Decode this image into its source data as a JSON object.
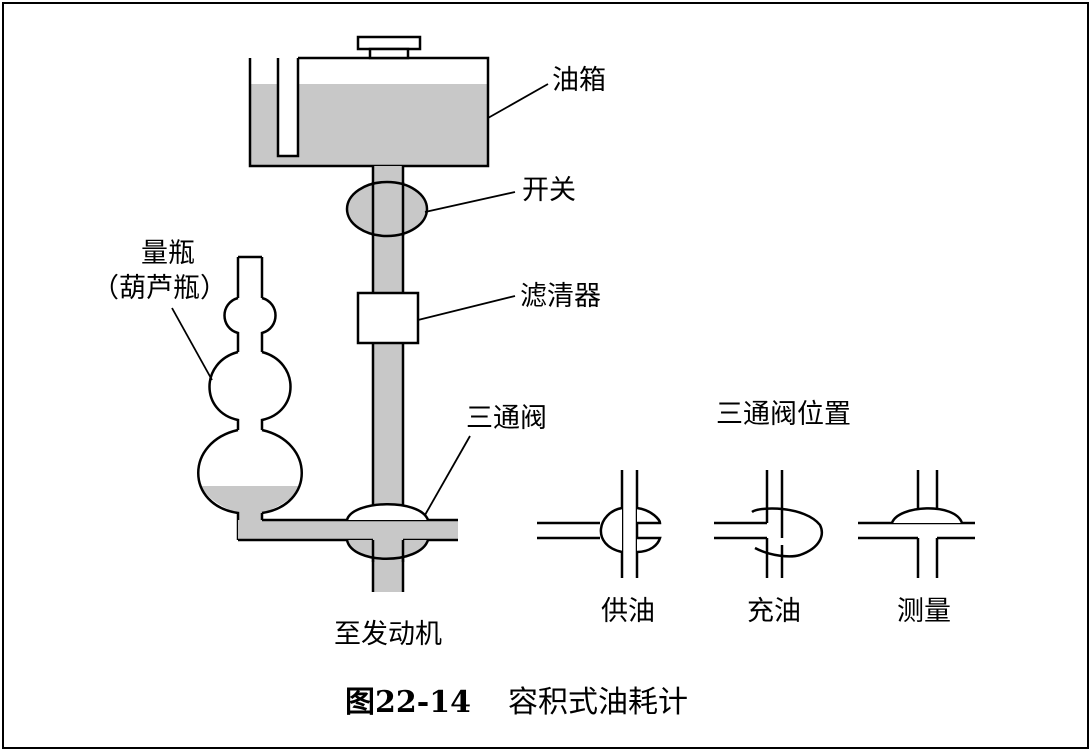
{
  "labels": {
    "tank": "油箱",
    "switch": "开关",
    "filter": "滤清器",
    "bottle_line1": "量瓶",
    "bottle_line2": "（葫芦瓶）",
    "three_way_valve": "三通阀",
    "to_engine": "至发动机",
    "valve_positions_title": "三通阀位置",
    "position_supply": "供油",
    "position_fill": "充油",
    "position_measure": "测量"
  },
  "caption": {
    "number": "图22-14",
    "title": "容积式油耗计"
  },
  "colors": {
    "fuel": "#c8c8c8",
    "line": "#000000",
    "background": "#ffffff"
  }
}
